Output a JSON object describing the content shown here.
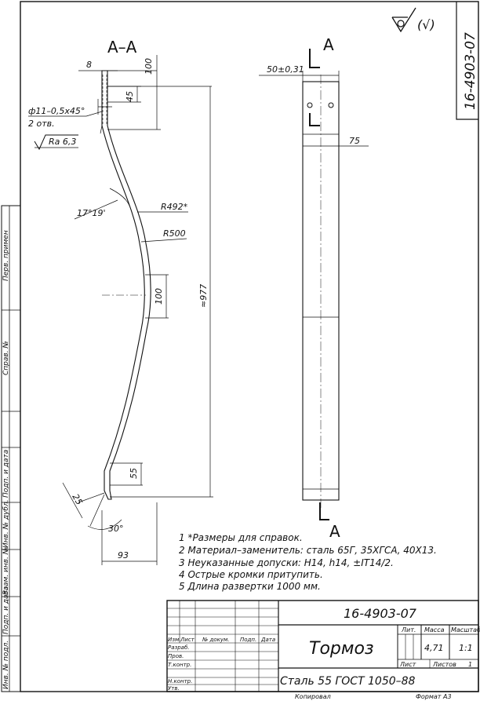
{
  "stamp_rotated": "16-4903-07",
  "roughness_general": "(√)",
  "section_label": "А–А",
  "view_label": "А",
  "dims": {
    "d8": "8",
    "d100_top": "100",
    "d45": "45",
    "hole": "ф11–0,5х45°",
    "hole_count": "2 отв.",
    "ra": "Ra 6,3",
    "angle1": "17°19'",
    "r492": "R492*",
    "r500": "R500",
    "d100_mid": "100",
    "length": "≈977",
    "d55": "55",
    "d25": "25",
    "angle2": "30°",
    "d93": "93",
    "d50": "50±0,31",
    "d75": "75"
  },
  "notes": [
    "1  *Размеры для справок.",
    "2  Материал–заменитель: сталь 65Г, 35ХГСА, 40Х13.",
    "3  Неуказанные допуски: H14, h14, ±IT14/2.",
    "4  Острые кромки притупить.",
    "5  Длина развертки 1000 мм."
  ],
  "side_labels": [
    "Перв. примен",
    "Справ. №",
    "Подп. и дата",
    "Инв. № дубл.",
    "Взам. инв. №",
    "Подп. и дата",
    "Инв. № подл."
  ],
  "title_block": {
    "designation": "16-4903-07",
    "name": "Тормоз",
    "material": "Сталь 55  ГОСТ 1050–88",
    "col_izm": "Изм.",
    "col_list": "Лист",
    "col_doc": "№ докум.",
    "col_sign": "Подп.",
    "col_date": "Дата",
    "row_razrab": "Разраб.",
    "row_prov": "Пров.",
    "row_tkontr": "Т.контр.",
    "row_nkontr": "Н.контр.",
    "row_utv": "Утв.",
    "lit_label": "Лит.",
    "mass_label": "Масса",
    "scale_label": "Масштаб",
    "mass": "4,71",
    "scale": "1:1",
    "sheet_label": "Лист",
    "sheets_label": "Листов",
    "sheets": "1",
    "copied": "Копировал",
    "format": "Формат    А3"
  }
}
